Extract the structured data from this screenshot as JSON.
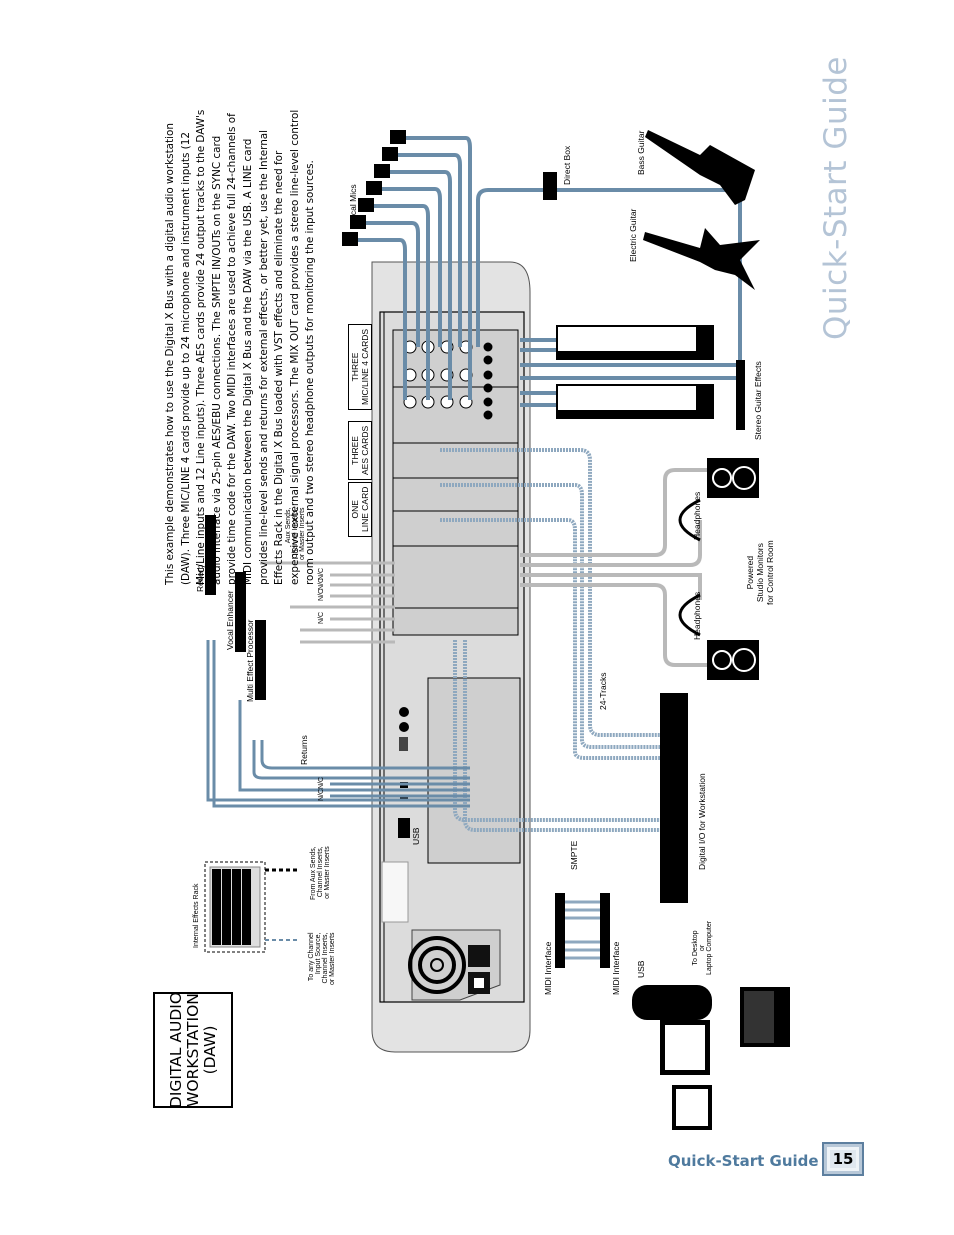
{
  "page": {
    "side_title": "Quick-Start Guide",
    "footer_label": "Quick-Start Guide",
    "page_number": "15",
    "accent_color": "#4f7a9e",
    "cable_blue": "#6a8ca8",
    "cable_gray": "#b9b9b9"
  },
  "intro": {
    "paragraph": "This example demonstrates how to use the Digital X Bus with a digital audio workstation (DAW). Three MIC/LINE 4 cards provide up to 24 microphone and instrument inputs (12 Mic/Line inputs and 12 Line inputs). Three AES cards provide 24 output tracks to the DAW's audio interface via 25-pin AES/EBU connections. The SMPTE IN/OUTs on the SYNC card provide time code for the DAW. Two MIDI interfaces are used to achieve full 24-channels of MIDI communication between the Digital X Bus and the DAW via the USB. A LINE card provides line-level sends and returns for external effects, or better yet, use the Internal Effects Rack in the Digital X Bus loaded with VST effects and eliminate the need for expensive external signal processors. The MIX OUT card provides a stereo line-level control room output and two stereo headphone outputs for monitoring the input sources."
  },
  "diagram": {
    "title_lines": [
      "DIGITAL AUDIO",
      "WORKSTATION",
      "(DAW)"
    ],
    "card_labels": {
      "mic_line": [
        "THREE",
        "MIC/LINE 4 CARDS"
      ],
      "aes": [
        "THREE",
        "AES CARDS"
      ],
      "line": [
        "ONE",
        "LINE CARD"
      ]
    },
    "labels": {
      "vocal_mics": "Vocal Mics",
      "direct_box": "Direct Box",
      "bass_guitar": "Bass Guitar",
      "electric_guitar": "Electric Guitar",
      "stereo_guitar_effects": "Stereo Guitar Effects",
      "headphones_1": "Headphones",
      "headphones_2": "Headphones",
      "studio_monitors": [
        "Powered",
        "Studio Monitors",
        "for Control Room"
      ],
      "tracks_24": "24-Tracks",
      "digital_io": "Digital I/O for Workstation",
      "smpte": "SMPTE",
      "midi_interface_1": "MIDI Interface",
      "midi_interface_2": "MIDI Interface",
      "usb_b_cable": "USB",
      "usb_panel": "USB",
      "to_computer": [
        "To Desktop",
        "or",
        "Laptop Computer"
      ],
      "reverb": "Reverb",
      "vocal_enhancer": "Vocal Enhancer",
      "multi_effect": "Multi Effect Processor",
      "returns": "Returns",
      "aux_sends": [
        "Aux Sends,",
        "Channel Inserts,",
        "or Master Inserts"
      ],
      "internal_fx_rack": "Internal Effects Rack",
      "from_aux": [
        "From Aux Sends,",
        "Channel Inserts,",
        "or Master Inserts"
      ],
      "to_channel": [
        "To any Channel",
        "Input Source,",
        "Channel Inserts,",
        "or Master Inserts"
      ],
      "nc": "N/C"
    }
  }
}
